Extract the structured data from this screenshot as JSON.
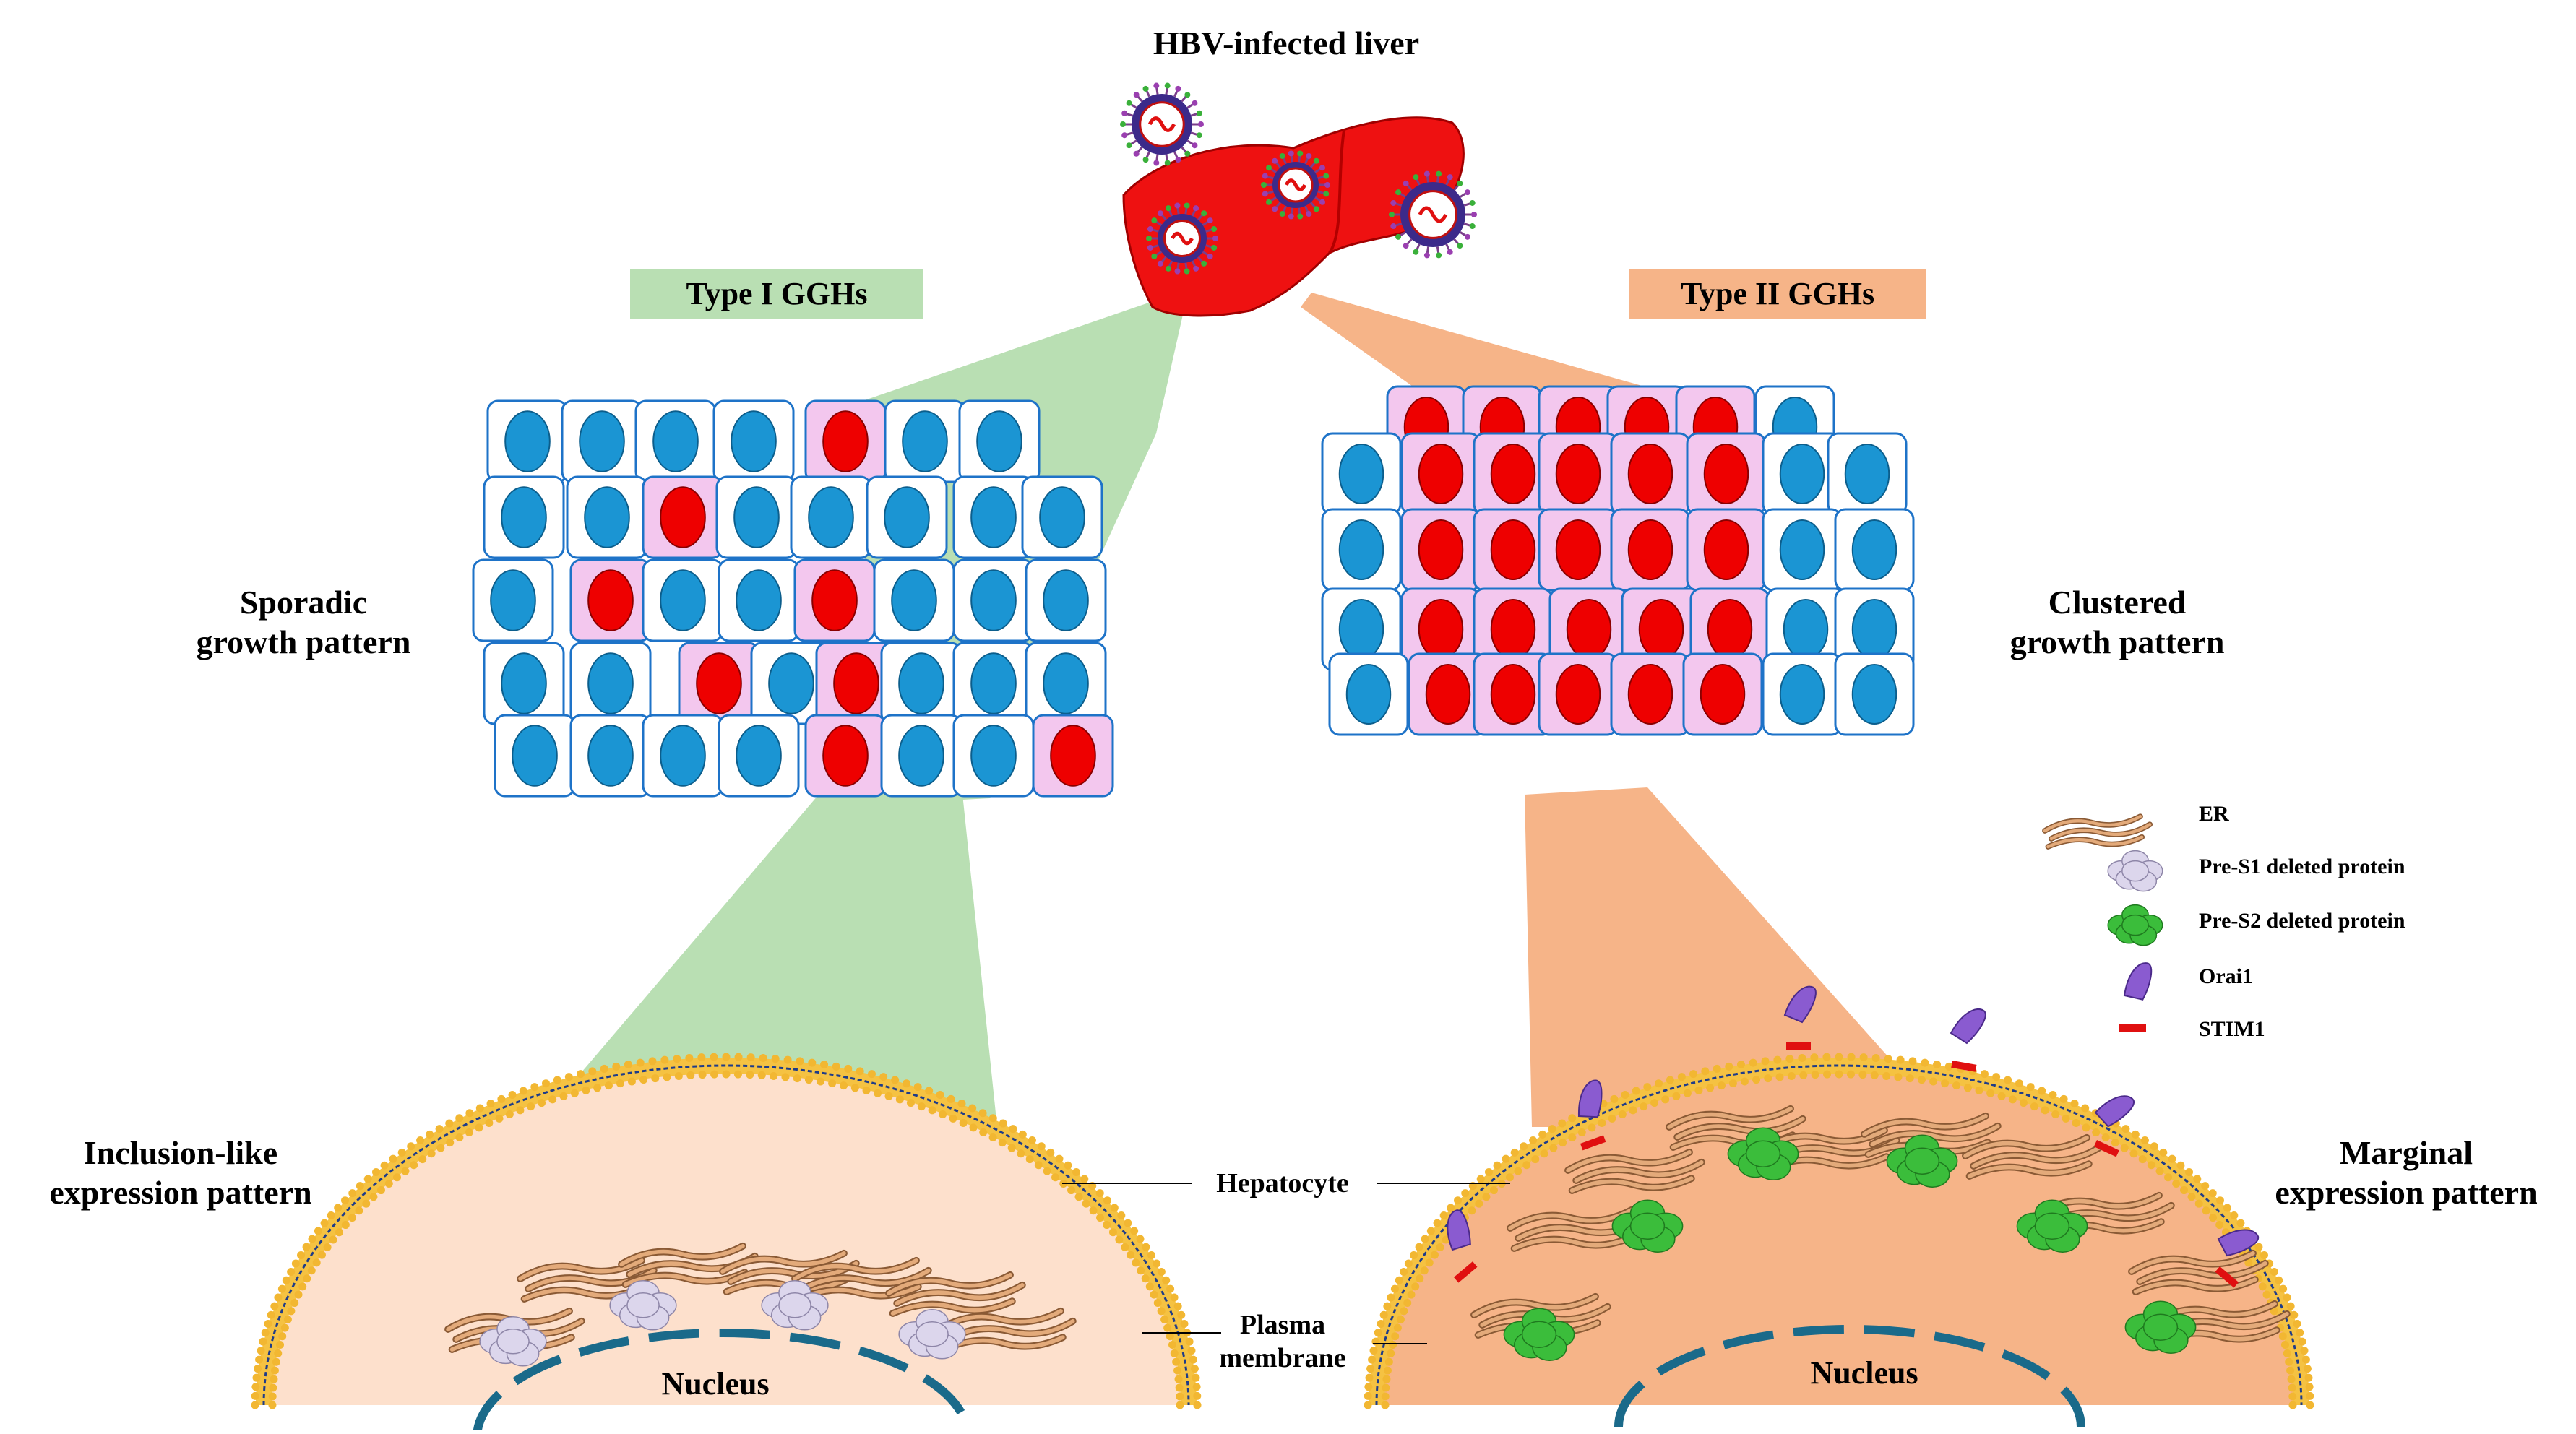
{
  "title": "HBV-infected liver",
  "type1": {
    "label": "Type I GGHs",
    "color": "#b9dfb3"
  },
  "type2": {
    "label": "Type II GGHs",
    "color": "#f6b488"
  },
  "left": {
    "growth_line1": "Sporadic",
    "growth_line2": "growth pattern",
    "expr_line1": "Inclusion-like",
    "expr_line2": "expression pattern",
    "nucleus": "Nucleus"
  },
  "right": {
    "growth_line1": "Clustered",
    "growth_line2": "growth pattern",
    "expr_line1": "Marginal",
    "expr_line2": "expression pattern",
    "nucleus": "Nucleus"
  },
  "center_labels": {
    "hepatocyte": "Hepatocyte",
    "plasma_line1": "Plasma",
    "plasma_line2": "membrane"
  },
  "legend": {
    "er": "ER",
    "pres1": "Pre-S1 deleted protein",
    "pres2": "Pre-S2 deleted protein",
    "orai1": "Orai1",
    "stim1": "STIM1"
  },
  "colors": {
    "liver": "#ee1111",
    "cell_border": "#1e73c8",
    "normal_nucleus": "#1b95d3",
    "ggh_fill": "#f3c7ee",
    "ggh_nucleus": "#ee0000",
    "membrane": "#f5c242",
    "left_cyto": "#fde0cc",
    "right_cyto": "#f6b488",
    "nucleus_dash": "#1a6a8a",
    "er": "#c98a5a",
    "orai1": "#8a5bd0",
    "stim1": "#e01010",
    "pres1": "#dcd6ec",
    "pres2": "#3bbd3b"
  },
  "icons": [
    "virus-icon",
    "er-icon",
    "pre-s1-icon",
    "pre-s2-icon",
    "orai1-icon",
    "stim1-icon"
  ]
}
